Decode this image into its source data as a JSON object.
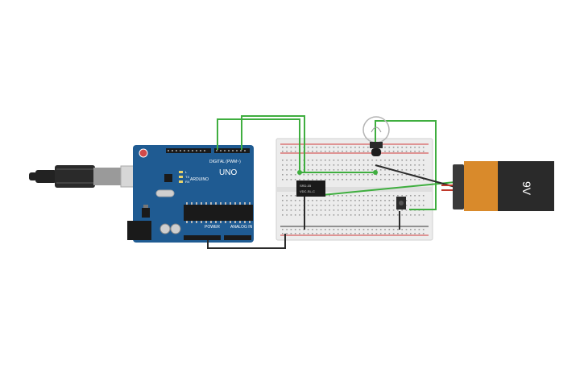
{
  "arduino": {
    "brand": "ARDUINO",
    "model": "UNO",
    "digital_label": "DIGITAL (PWM~)",
    "power_label": "POWER",
    "analog_label": "ANALOG IN",
    "led_labels": [
      "L",
      "TX",
      "RX"
    ]
  },
  "relay": {
    "line1": "SRD-05",
    "line2": "VDC-SL-C"
  },
  "battery": {
    "voltage_label": "9V"
  },
  "colors": {
    "board_blue": "#1f5b92",
    "wire_green": "#3fae3f",
    "wire_dark": "#2b2b2b",
    "wire_red": "#c0392b",
    "battery_orange": "#d98a2b",
    "battery_black": "#2a2a2a",
    "breadboard": "#ececec",
    "rail_red": "#d23c3c"
  },
  "icons": [
    "usb-cable-icon",
    "light-bulb-icon",
    "push-button-icon",
    "relay-icon",
    "battery-icon"
  ]
}
